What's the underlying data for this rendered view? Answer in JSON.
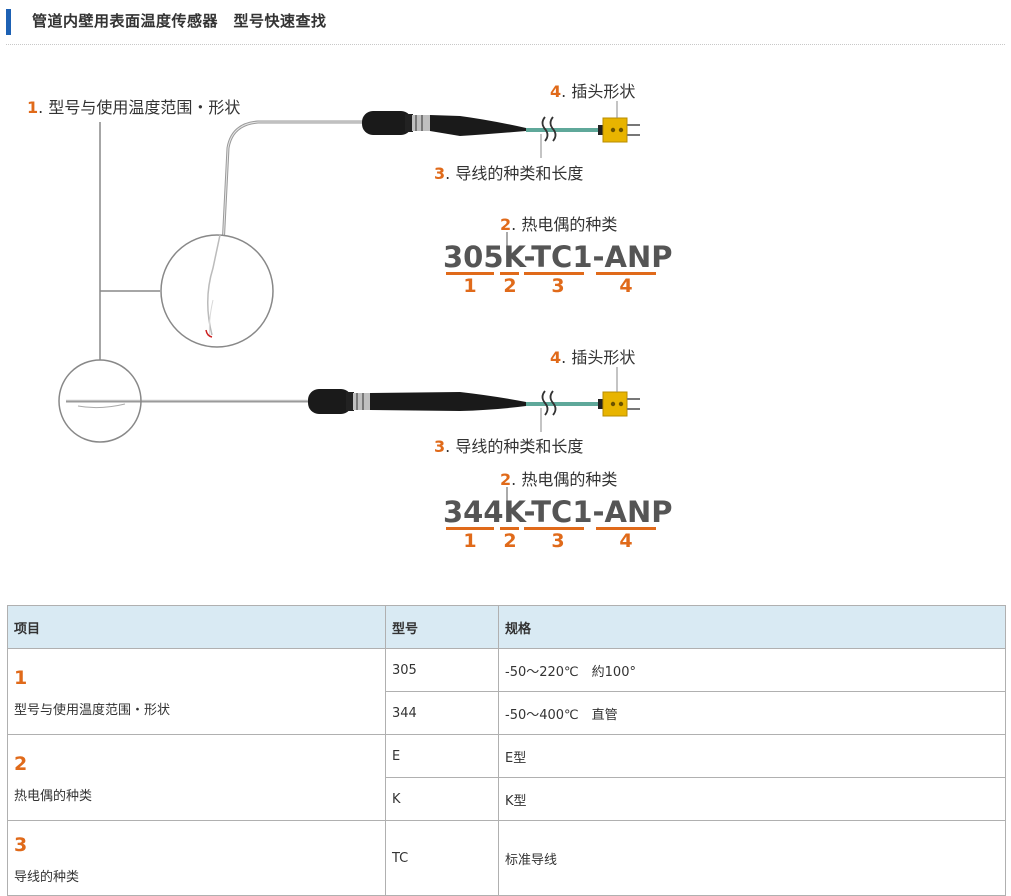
{
  "header": {
    "title": "管道内壁用表面温度传感器　型号快速查找"
  },
  "diagram": {
    "label1": {
      "num": "1",
      "text": ". 型号与使用温度范围・形状"
    },
    "probe1": {
      "plug": {
        "num": "4",
        "text": ". 插头形状"
      },
      "lead": {
        "num": "3",
        "text": ". 导线的种类和长度"
      },
      "thermo": {
        "num": "2",
        "text": ". 热电偶的种类"
      },
      "code": {
        "a": "305",
        "b": "K",
        "c": "-TC1-ANP"
      },
      "segments": [
        "1",
        "2",
        "3",
        "4"
      ]
    },
    "probe2": {
      "plug": {
        "num": "4",
        "text": ". 插头形状"
      },
      "lead": {
        "num": "3",
        "text": ". 导线的种类和长度"
      },
      "thermo": {
        "num": "2",
        "text": ". 热电偶的种类"
      },
      "code": {
        "a": "344",
        "b": "K",
        "c": "-TC1-ANP"
      },
      "segments": [
        "1",
        "2",
        "3",
        "4"
      ]
    }
  },
  "table": {
    "headers": [
      "项目",
      "型号",
      "规格"
    ],
    "rows": [
      {
        "num": "1",
        "label": "型号与使用温度范围・形状",
        "models": [
          "305",
          "344"
        ],
        "specs": [
          "-50～220℃　約100°",
          "-50～400℃　直管"
        ]
      },
      {
        "num": "2",
        "label": "热电偶的种类",
        "models": [
          "E",
          "K"
        ],
        "specs": [
          "E型",
          "K型"
        ]
      },
      {
        "num": "3",
        "label": "导线的种类",
        "models": [
          "TC"
        ],
        "specs": [
          "标准导线"
        ]
      }
    ]
  },
  "colors": {
    "accent": "#e06a1a",
    "header_bar": "#1d61b4",
    "table_header_bg": "#d9eaf3",
    "lead_wire": "#5fa89a",
    "plug": "#e8b400"
  }
}
